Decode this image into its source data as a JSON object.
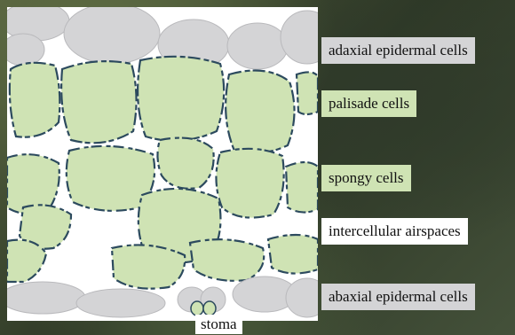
{
  "labels": {
    "adaxial": "adaxial epidermal cells",
    "palisade": "palisade cells",
    "spongy": "spongy cells",
    "airspaces": "intercellular airspaces",
    "abaxial": "abaxial epidermal cells",
    "stoma": "stoma"
  },
  "colors": {
    "epidermal": "#d4d4d6",
    "mesophyll": "#cfe3b4",
    "cell_edge": "#2c4a5e",
    "airspace": "#ffffff"
  }
}
